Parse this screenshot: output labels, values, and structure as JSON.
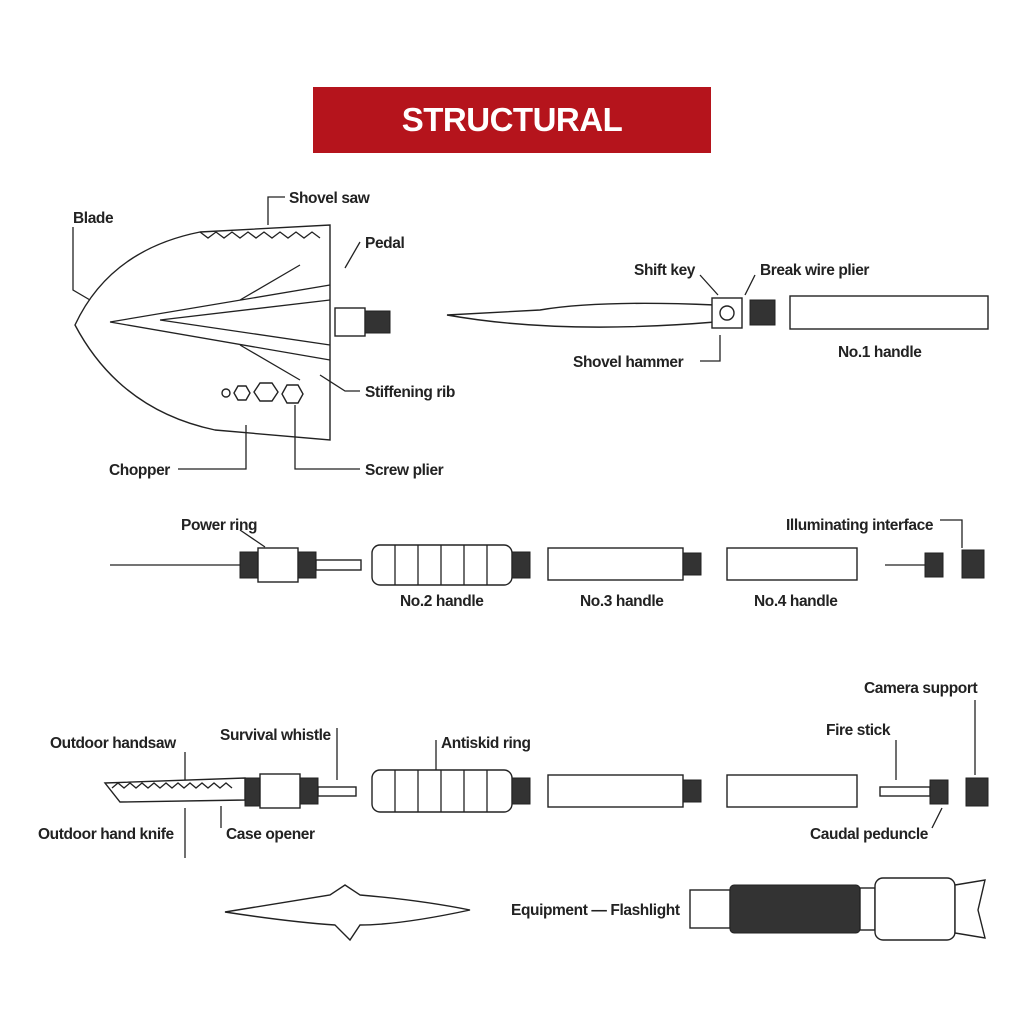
{
  "title": "STRUCTURAL DRAWINGS",
  "colors": {
    "title_background": "#b5141c",
    "title_text": "#ffffff",
    "line_art": "#222222"
  },
  "labels": {
    "blade": "Blade",
    "shovel_saw": "Shovel saw",
    "pedal": "Pedal",
    "stiffening_rib": "Stiffening rib",
    "chopper": "Chopper",
    "screw_plier": "Screw plier",
    "shift_key": "Shift key",
    "break_wire_plier": "Break wire plier",
    "shovel_hammer": "Shovel hammer",
    "no1_handle": "No.1 handle",
    "power_ring": "Power ring",
    "illuminating_interface": "Illuminating interface",
    "no2_handle": "No.2 handle",
    "no3_handle": "No.3 handle",
    "no4_handle": "No.4 handle",
    "outdoor_handsaw": "Outdoor handsaw",
    "survival_whistle": "Survival whistle",
    "antiskid_ring": "Antiskid ring",
    "camera_support": "Camera support",
    "fire_stick": "Fire stick",
    "outdoor_hand_knife": "Outdoor hand knife",
    "case_opener": "Case opener",
    "caudal_peduncle": "Caudal peduncle",
    "equipment_flashlight": "Equipment — Flashlight"
  }
}
